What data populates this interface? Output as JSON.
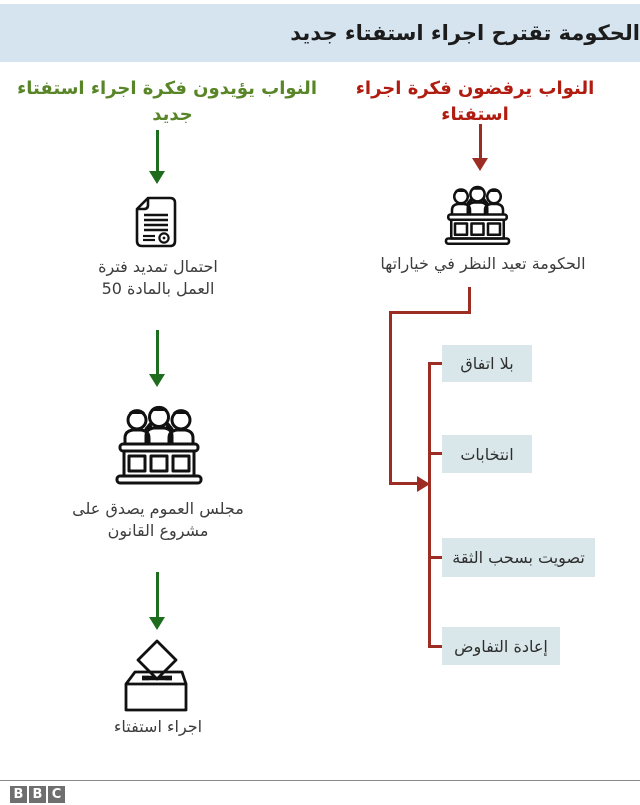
{
  "header": {
    "title": "الحكومة تقترح اجراء استفتاء جديد"
  },
  "support": {
    "header_line1": "النواب يؤيدون فكرة اجراء استفتاء",
    "header_line2": "جديد",
    "steps": [
      {
        "icon": "document-icon",
        "caption_line1": "احتمال تمديد فترة",
        "caption_line2": "العمل بالمادة 50"
      },
      {
        "icon": "parliament-icon",
        "caption_line1": "مجلس العموم يصدق على",
        "caption_line2": "مشروع القانون"
      },
      {
        "icon": "ballot-box-icon",
        "caption_line1": "اجراء استفتاء"
      }
    ]
  },
  "reject": {
    "header": "النواب يرفضون فكرة اجراء استفتاء",
    "step": {
      "icon": "parliament-icon",
      "caption": "الحكومة تعيد النظر في خياراتها"
    },
    "options": [
      "بلا اتفاق",
      "انتخابات",
      "تصويت بسحب الثقة",
      "إعادة التفاوض"
    ]
  },
  "footer": {
    "logo_letters": [
      "B",
      "B",
      "C"
    ]
  },
  "colors": {
    "header_band": "#d5e4ee",
    "option_box": "#d9e7ea",
    "reject_text": "#b11c11",
    "reject_line": "#9d2c23",
    "support_text": "#588527",
    "support_line": "#1e6d1e",
    "body_text": "#3d3d3d",
    "bbc_gray": "#6f6f6f"
  }
}
